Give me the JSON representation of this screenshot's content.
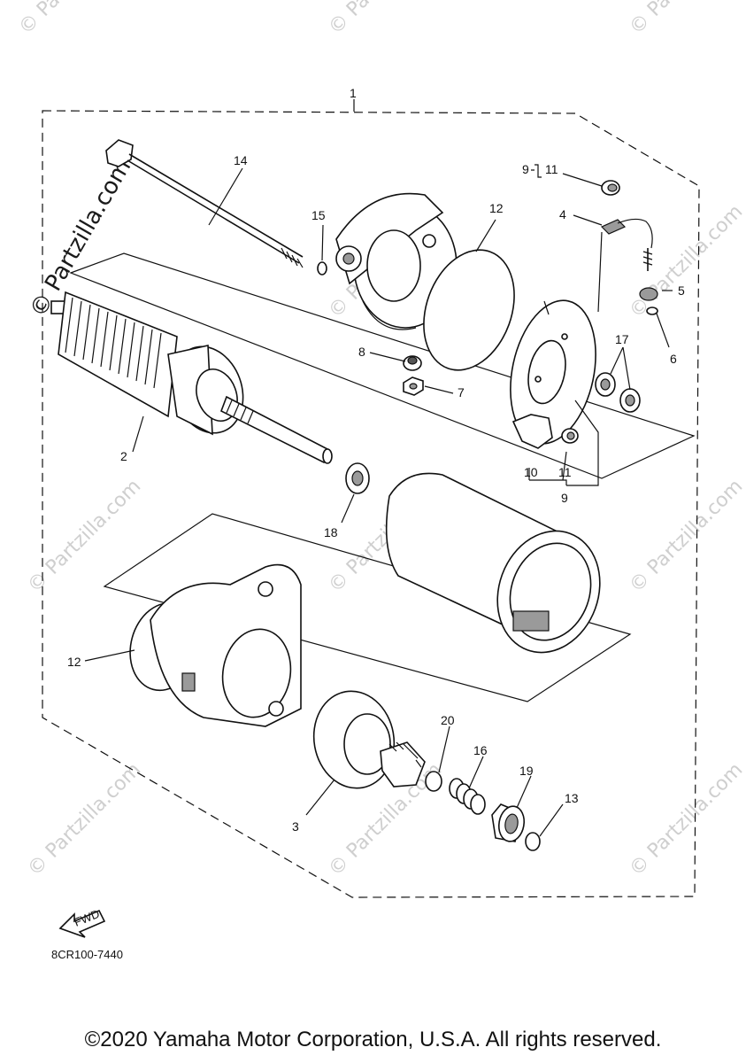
{
  "callouts": {
    "c1": "1",
    "c2": "2",
    "c3": "3",
    "c4": "4",
    "c5": "5",
    "c6": "6",
    "c7": "7",
    "c8": "8",
    "c9a": "9",
    "c9b": "9",
    "c10": "10",
    "c11a": "11",
    "c11b": "11",
    "c12a": "12",
    "c12b": "12",
    "c13": "13",
    "c14": "14",
    "c15": "15",
    "c16": "16",
    "c17": "17",
    "c18": "18",
    "c19": "19",
    "c20": "20"
  },
  "direction_badge": "FWD",
  "diagram_code": "8CR100-7440",
  "watermark": "© Partzilla.com",
  "copyright": "©2020 Yamaha Motor Corporation, U.S.A. All rights reserved."
}
